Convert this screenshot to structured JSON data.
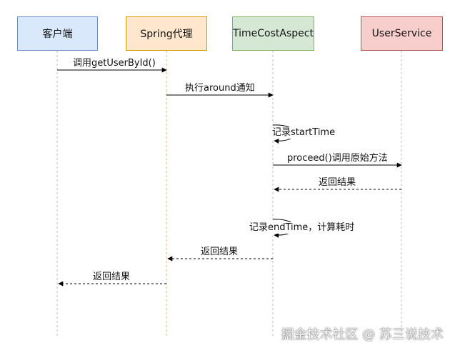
{
  "participants": {
    "client": "客户端",
    "proxy": "Spring代理",
    "aspect": "TimeCostAspect",
    "service": "UserService"
  },
  "messages": {
    "m1": "调用getUserById()",
    "m2": "执行around通知",
    "m3": "记录startTime",
    "m4": "proceed()调用原始方法",
    "m5": "返回结果",
    "m6": "记录endTime，计算耗时",
    "m7": "返回结果",
    "m8": "返回结果"
  },
  "watermark": "掘金技术社区 @ 苏三说技术",
  "colors": {
    "client_fill": "#dae8fc",
    "client_border": "#6c8ebf",
    "proxy_fill": "#ffe6cc",
    "proxy_border": "#d79b00",
    "aspect_fill": "#d5e8d4",
    "aspect_border": "#82b366",
    "service_fill": "#f8cecc",
    "service_border": "#b85450"
  }
}
